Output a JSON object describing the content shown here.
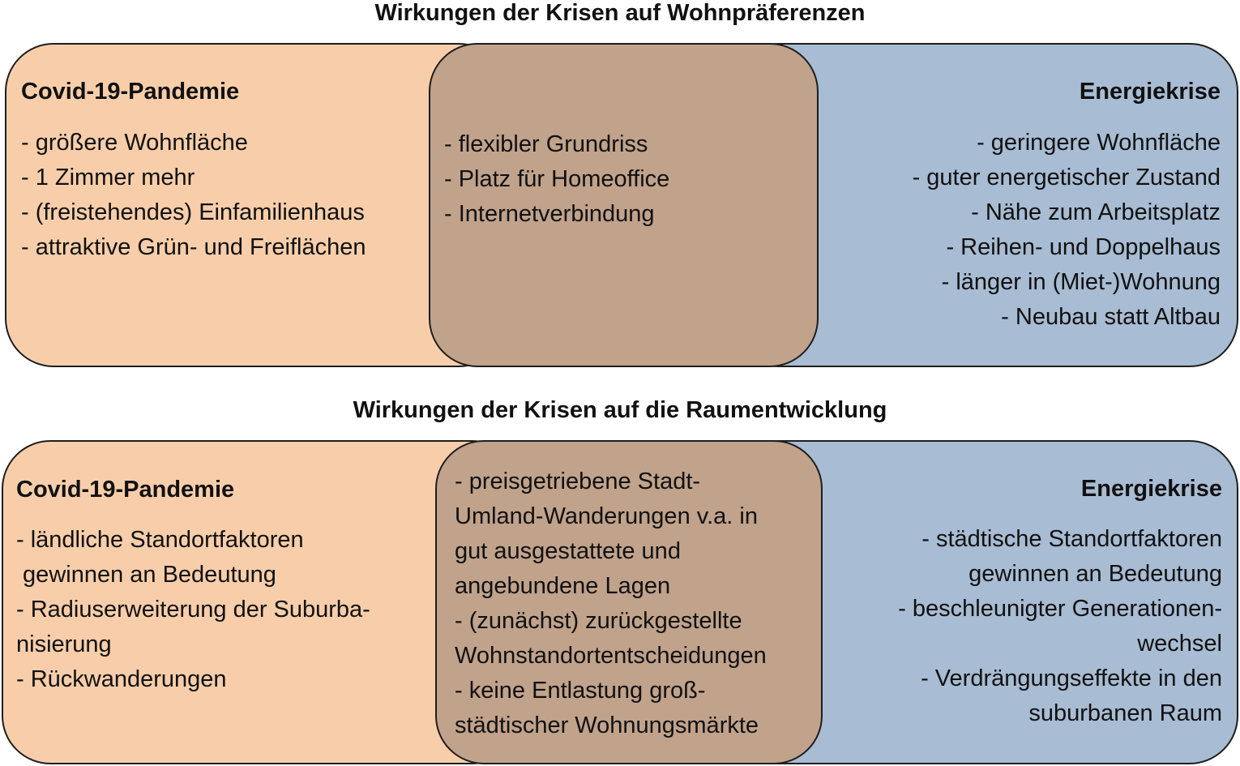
{
  "top": {
    "title": "Wirkungen der Krisen auf Wohnpräferenzen",
    "left": {
      "heading": "Covid-19-Pandemie",
      "items": [
        "- größere Wohnfläche",
        "- 1 Zimmer mehr",
        "- (freistehendes) Einfamilienhaus",
        "- attraktive Grün- und Freiflächen"
      ]
    },
    "middle": {
      "items": [
        "- flexibler Grundriss",
        "- Platz für Homeoffice",
        "- Internetverbindung"
      ]
    },
    "right": {
      "heading": "Energiekrise",
      "items": [
        "- geringere Wohnfläche",
        "- guter energetischer Zustand",
        "- Nähe zum Arbeitsplatz",
        "- Reihen- und Doppelhaus",
        "- länger in (Miet-)Wohnung",
        "- Neubau statt Altbau"
      ]
    }
  },
  "bottom": {
    "title": "Wirkungen der Krisen auf die Raumentwicklung",
    "left": {
      "heading": "Covid-19-Pandemie",
      "items": [
        "- ländliche Standortfaktoren",
        " gewinnen an Bedeutung",
        "- Radiuserweiterung der Suburba-",
        "nisierung",
        "- Rückwanderungen"
      ]
    },
    "middle": {
      "items": [
        "- preisgetriebene Stadt-",
        "Umland-Wanderungen v.a. in",
        "gut ausgestattete und",
        "angebundene Lagen",
        "- (zunächst) zurückgestellte",
        "Wohnstandortentscheidungen",
        "- keine Entlastung groß-",
        "städtischer Wohnungsmärkte"
      ]
    },
    "right": {
      "heading": "Energiekrise",
      "items": [
        "- städtische Standortfaktoren",
        "gewinnen an Bedeutung",
        "- beschleunigter Generationen-",
        "wechsel",
        "- Verdrängungseffekte in den",
        "suburbanen Raum"
      ]
    }
  },
  "colors": {
    "covid": "#f8ceaa",
    "overlap": "#c1a28b",
    "energy": "#a8bcd3",
    "border": "#1e1e1e"
  }
}
